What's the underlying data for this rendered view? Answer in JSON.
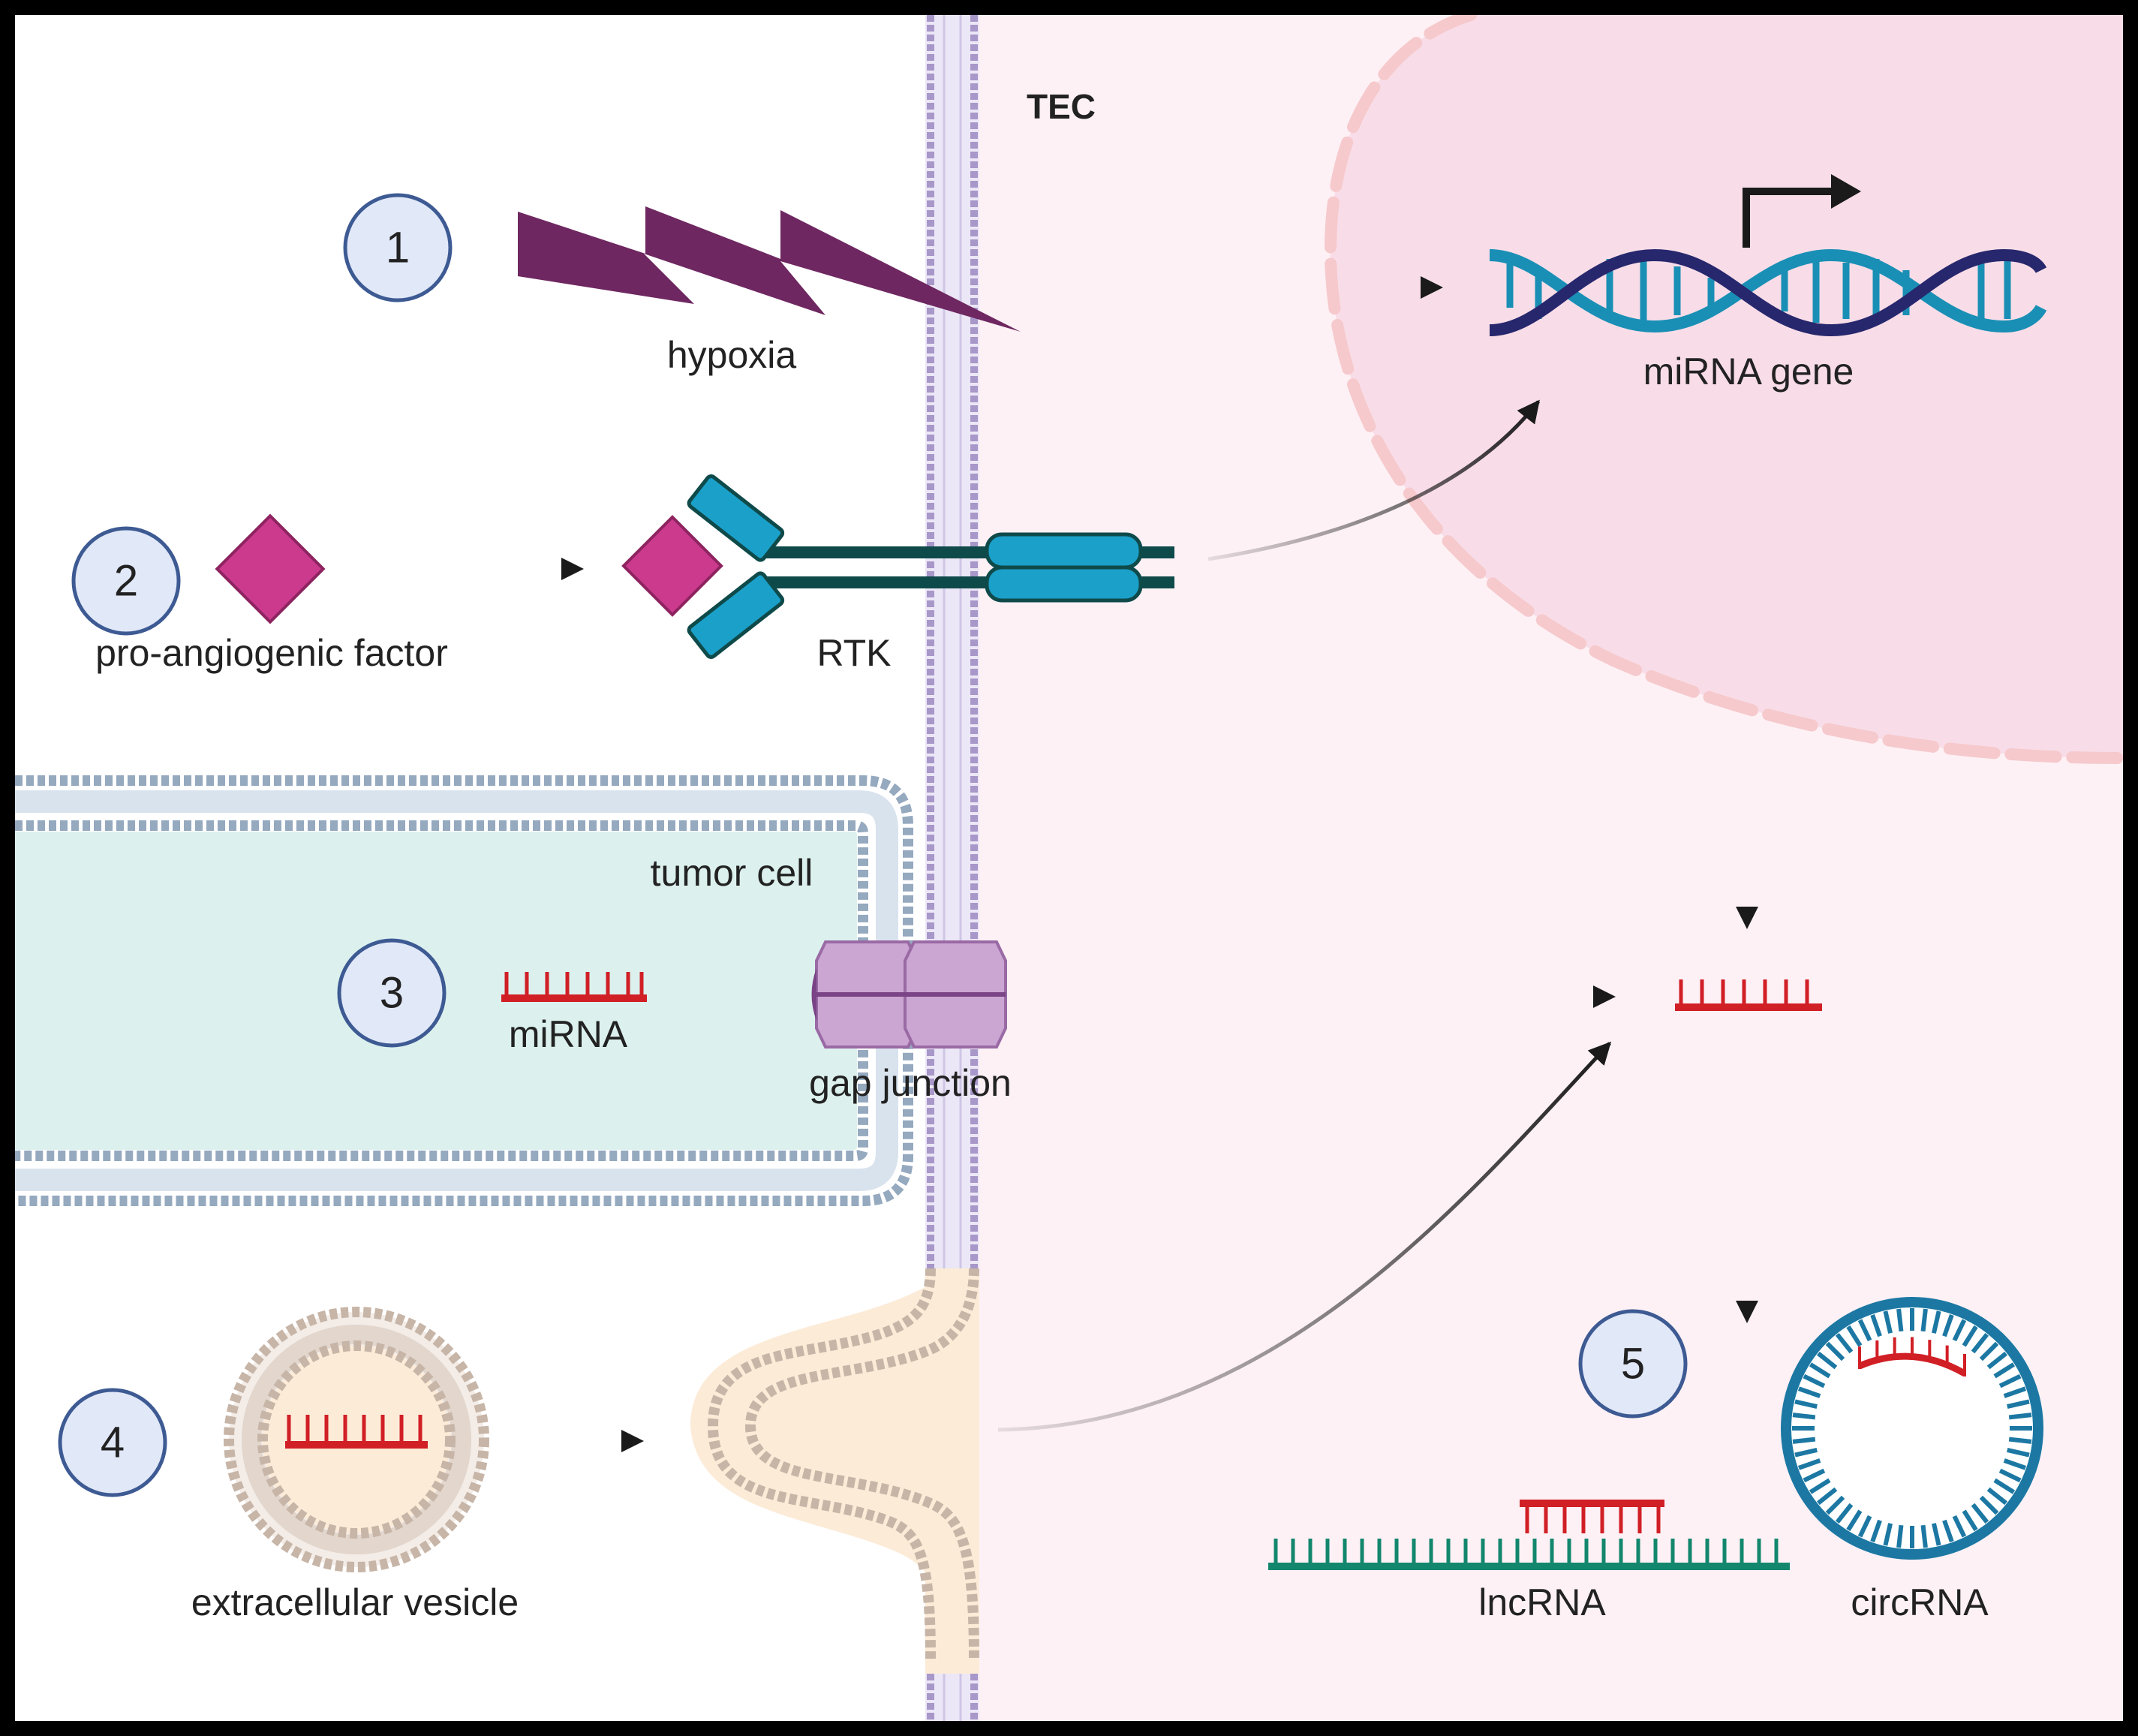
{
  "labels": {
    "tec": "TEC",
    "hypoxia": "hypoxia",
    "mirna_gene": "miRNA gene",
    "pro_angiogenic_factor": "pro-angiogenic factor",
    "rtk": "RTK",
    "tumor_cell": "tumor cell",
    "mirna": "miRNA",
    "gap_junction": "gap junction",
    "extracellular_vesicle": "extracellular vesicle",
    "lncrna": "lncRNA",
    "circrna": "circRNA"
  },
  "steps": [
    "1",
    "2",
    "3",
    "4",
    "5"
  ],
  "colors": {
    "tec_background": "#fdf1f5",
    "nucleus_fill": "#f8dde8",
    "nucleus_border": "#f6c9cc",
    "tumor_cell_fill": "#dcf1ee",
    "vesicle_fill": "#fcebd7",
    "membrane": "#a897c9",
    "mirna": "#d11f26",
    "lncrna": "#13876d",
    "circrna": "#1c78a3",
    "dna_dark": "#27276d",
    "dna_light": "#1a8fb5",
    "hypoxia": "#6e2760",
    "factor": "#cc3a8e",
    "rtk": "#1ba0c9",
    "rtk_tail": "#0f4a4a",
    "step_circle_fill": "#e1e8f8",
    "step_circle_border": "#3d5a93"
  }
}
